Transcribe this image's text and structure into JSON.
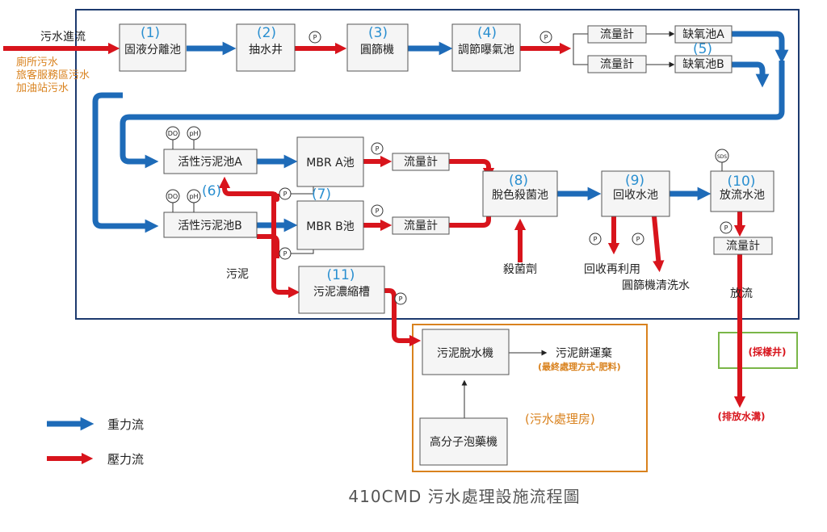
{
  "diagram": {
    "title": "410CMD 污水處理設施流程圖",
    "inflow": {
      "label": "污水進流",
      "sources": [
        "廁所污水",
        "旅客服務區污水",
        "加油站污水"
      ]
    },
    "units": {
      "u1": {
        "num": "(1)",
        "label": "固液分離池"
      },
      "u2": {
        "num": "(2)",
        "label": "抽水井"
      },
      "u3": {
        "num": "(3)",
        "label": "圓篩機"
      },
      "u4": {
        "num": "(4)",
        "label": "調節曝氣池"
      },
      "anoxicA": {
        "label": "缺氧池A"
      },
      "anoxicB": {
        "label": "缺氧池B"
      },
      "u5": {
        "num": "(5)"
      },
      "asA": {
        "label": "活性污泥池A"
      },
      "asB": {
        "label": "活性污泥池B"
      },
      "u6": {
        "num": "(6)"
      },
      "mbrA": {
        "label": "MBR A池"
      },
      "mbrB": {
        "label": "MBR B池"
      },
      "u7": {
        "num": "(7)"
      },
      "u8": {
        "num": "(8)",
        "label": "脫色殺菌池"
      },
      "u9": {
        "num": "(9)",
        "label": "回收水池"
      },
      "u10": {
        "num": "(10)",
        "label": "放流水池"
      },
      "u11": {
        "num": "(11)",
        "label": "污泥濃縮槽"
      }
    },
    "meter_label": "流量計",
    "pump_label": "P",
    "do_label": "DO",
    "ph_label": "pH",
    "sds_label": "SDS",
    "sludge_label": "污泥",
    "disinfectant_label": "殺菌劑",
    "reuse_label": "回收再利用",
    "screen_wash_label": "圓篩機清洗水",
    "discharge_label": "放流",
    "sampling_well_label": "(採樣井)",
    "drain_label": "(排放水溝)",
    "sludge_room": {
      "title": "(污水處理房)",
      "dewater": "污泥脫水機",
      "cake": "污泥餅運棄",
      "cake_note": "(最終處理方式-肥料)",
      "polymer": "高分子泡藥機"
    },
    "legend": {
      "gravity": "重力流",
      "pressure": "壓力流"
    },
    "colors": {
      "gravity": "#1e6bb8",
      "pressure": "#d8141c",
      "frame": "#1d3a6e",
      "number": "#2a8fd0",
      "room": "#d9821e",
      "sampling": "#7ab648"
    }
  }
}
